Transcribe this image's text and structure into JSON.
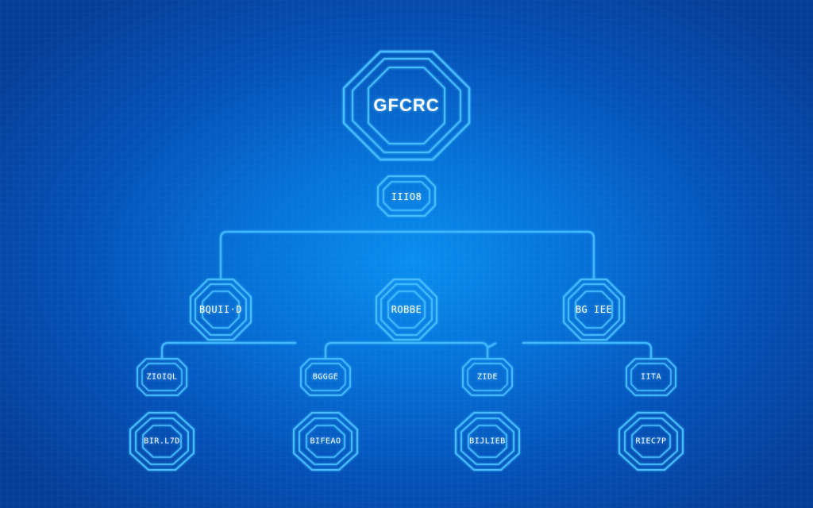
{
  "diagram": {
    "type": "hierarchy-tree",
    "colors": {
      "background_center": "#0a8ef0",
      "background_edge": "#063e98",
      "line": "#3fb8ff",
      "node_stroke": "#45bdff",
      "text": "#ffffff"
    },
    "root": {
      "label": "GFCRC"
    },
    "level1": {
      "label": "IIIO8"
    },
    "level2": [
      {
        "label": "BQUII·D"
      },
      {
        "label": "ROBBE"
      },
      {
        "label": "BG IEE"
      }
    ],
    "level3": [
      {
        "label": "ZIOIQL"
      },
      {
        "label": "BGGGE"
      },
      {
        "label": "ZIDE"
      },
      {
        "label": "IITA"
      }
    ],
    "level4": [
      {
        "label": "BIR.L7D"
      },
      {
        "label": "BIFEAO"
      },
      {
        "label": "BIJLIEB"
      },
      {
        "label": "RIEC7P"
      }
    ]
  }
}
